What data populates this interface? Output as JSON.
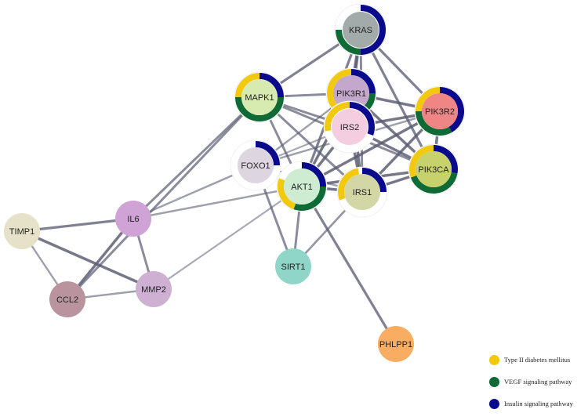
{
  "colors": {
    "t2d": "#f2c90f",
    "vegf": "#0f6b35",
    "insulin": "#0a0a8c",
    "edge": "#5a5d72"
  },
  "legend": [
    {
      "label": "Type II diabetes mellitus",
      "color": "#f2c90f"
    },
    {
      "label": "VEGF signaling pathway",
      "color": "#0f6b35"
    },
    {
      "label": "Insulin signaling pathway",
      "color": "#0a0a8c"
    }
  ],
  "nodes": [
    {
      "id": "KRAS",
      "label": "KRAS",
      "fill": "#a2aaaa",
      "pathways": [
        "insulin",
        "vegf"
      ]
    },
    {
      "id": "MAPK1",
      "label": "MAPK1",
      "fill": "#d7ebb0",
      "pathways": [
        "t2d",
        "vegf",
        "insulin"
      ]
    },
    {
      "id": "PIK3R1",
      "label": "PIK3R1",
      "fill": "#c3a7cd",
      "pathways": [
        "t2d",
        "vegf",
        "insulin"
      ]
    },
    {
      "id": "PIK3R2",
      "label": "PIK3R2",
      "fill": "#ef8585",
      "pathways": [
        "t2d",
        "vegf",
        "insulin"
      ]
    },
    {
      "id": "IRS2",
      "label": "IRS2",
      "fill": "#f4cde0",
      "pathways": [
        "t2d",
        "insulin"
      ]
    },
    {
      "id": "FOXO1",
      "label": "FOXO1",
      "fill": "#ddd5df",
      "pathways": [
        "insulin"
      ]
    },
    {
      "id": "AKT1",
      "label": "AKT1",
      "fill": "#cdecd1",
      "pathways": [
        "t2d",
        "vegf",
        "insulin"
      ]
    },
    {
      "id": "IRS1",
      "label": "IRS1",
      "fill": "#d3d6a5",
      "pathways": [
        "t2d",
        "insulin"
      ]
    },
    {
      "id": "PIK3CA",
      "label": "PIK3CA",
      "fill": "#c7d26c",
      "pathways": [
        "t2d",
        "vegf",
        "insulin"
      ]
    },
    {
      "id": "TIMP1",
      "label": "TIMP1",
      "fill": "#e5e2c9",
      "pathways": []
    },
    {
      "id": "IL6",
      "label": "IL6",
      "fill": "#cfa3d6",
      "pathways": []
    },
    {
      "id": "SIRT1",
      "label": "SIRT1",
      "fill": "#8fd6c8",
      "pathways": []
    },
    {
      "id": "CCL2",
      "label": "CCL2",
      "fill": "#b9949e",
      "pathways": []
    },
    {
      "id": "MMP2",
      "label": "MMP2",
      "fill": "#cdb0d2",
      "pathways": []
    },
    {
      "id": "PHLPP1",
      "label": "PHLPP1",
      "fill": "#f9ad62",
      "pathways": []
    }
  ],
  "edges": [
    [
      "KRAS",
      "PIK3R1",
      0.9
    ],
    [
      "KRAS",
      "PIK3R2",
      0.7
    ],
    [
      "KRAS",
      "PIK3CA",
      0.7
    ],
    [
      "KRAS",
      "IRS2",
      0.6
    ],
    [
      "KRAS",
      "MAPK1",
      0.7
    ],
    [
      "KRAS",
      "AKT1",
      0.7
    ],
    [
      "KRAS",
      "IRS1",
      0.6
    ],
    [
      "MAPK1",
      "PIK3R1",
      0.6
    ],
    [
      "MAPK1",
      "IRS2",
      0.6
    ],
    [
      "MAPK1",
      "IRS1",
      0.6
    ],
    [
      "MAPK1",
      "AKT1",
      0.6
    ],
    [
      "MAPK1",
      "PIK3CA",
      0.6
    ],
    [
      "MAPK1",
      "IL6",
      0.6
    ],
    [
      "MAPK1",
      "CCL2",
      0.6
    ],
    [
      "PIK3R1",
      "PIK3R2",
      0.8
    ],
    [
      "PIK3R1",
      "IRS2",
      0.8
    ],
    [
      "PIK3R1",
      "IRS1",
      0.8
    ],
    [
      "PIK3R1",
      "AKT1",
      0.8
    ],
    [
      "PIK3R1",
      "PIK3CA",
      0.8
    ],
    [
      "PIK3R1",
      "FOXO1",
      0.4
    ],
    [
      "PIK3R2",
      "IRS2",
      0.8
    ],
    [
      "PIK3R2",
      "PIK3CA",
      0.8
    ],
    [
      "PIK3R2",
      "IRS1",
      0.8
    ],
    [
      "PIK3R2",
      "AKT1",
      0.8
    ],
    [
      "PIK3R2",
      "FOXO1",
      0.4
    ],
    [
      "IRS2",
      "IRS1",
      0.8
    ],
    [
      "IRS2",
      "AKT1",
      0.8
    ],
    [
      "IRS2",
      "PIK3CA",
      0.8
    ],
    [
      "IRS2",
      "FOXO1",
      0.3
    ],
    [
      "FOXO1",
      "AKT1",
      0.8
    ],
    [
      "FOXO1",
      "SIRT1",
      0.6
    ],
    [
      "FOXO1",
      "IRS1",
      0.4
    ],
    [
      "FOXO1",
      "IL6",
      0.4
    ],
    [
      "AKT1",
      "IRS1",
      0.8
    ],
    [
      "AKT1",
      "PIK3CA",
      0.8
    ],
    [
      "AKT1",
      "SIRT1",
      0.6
    ],
    [
      "AKT1",
      "PHLPP1",
      0.7
    ],
    [
      "AKT1",
      "IL6",
      0.4
    ],
    [
      "AKT1",
      "MMP2",
      0.3
    ],
    [
      "IRS1",
      "PIK3CA",
      0.8
    ],
    [
      "IRS1",
      "SIRT1",
      0.5
    ],
    [
      "TIMP1",
      "IL6",
      0.7
    ],
    [
      "TIMP1",
      "MMP2",
      0.8
    ],
    [
      "TIMP1",
      "CCL2",
      0.4
    ],
    [
      "IL6",
      "CCL2",
      0.8
    ],
    [
      "IL6",
      "MMP2",
      0.6
    ],
    [
      "CCL2",
      "MMP2",
      0.4
    ]
  ]
}
